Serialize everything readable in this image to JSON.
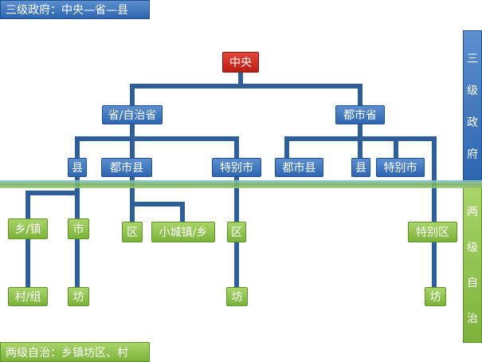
{
  "top_banner": "三级政府：中央—省—县",
  "bottom_banner": "两级自治：乡镇坊区、村",
  "side_top": [
    "三",
    "级",
    "政",
    "府"
  ],
  "side_bottom": [
    "两",
    "级",
    "自",
    "治"
  ],
  "nodes": {
    "central": "中央",
    "province": "省/自治省",
    "metro_province": "都市省",
    "county_a": "县",
    "metro_county_a": "都市县",
    "special_city_a": "特别市",
    "metro_county_b": "都市县",
    "county_b": "县",
    "special_city_b": "特别市",
    "township": "乡/镇",
    "city": "市",
    "district_a": "区",
    "small_town": "小城镇/乡",
    "district_b": "区",
    "special_district": "特别区",
    "village": "村/组",
    "fang_a": "坊",
    "fang_b": "坊",
    "fang_c": "坊"
  },
  "colors": {
    "central": "#c4271c",
    "government": "#3a74bd",
    "autonomy": "#8cc04c",
    "connector": "#2f5f9a"
  }
}
